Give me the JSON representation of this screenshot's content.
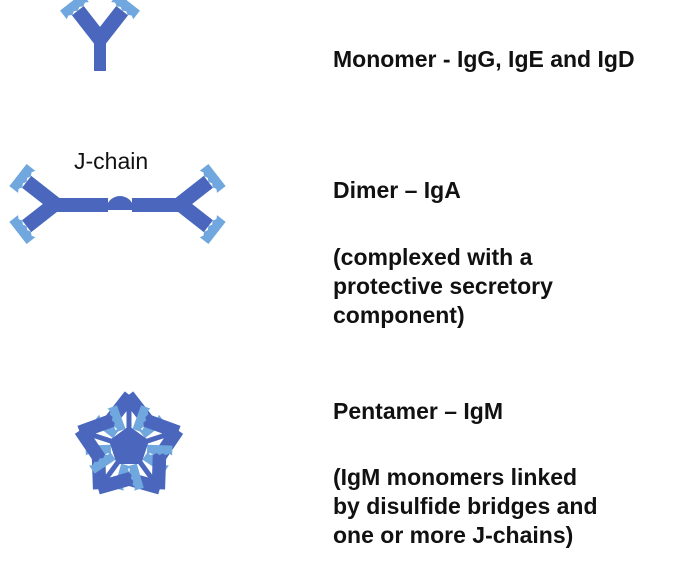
{
  "colors": {
    "heavy": "#4A67BD",
    "light": "#6FA7DE",
    "background": "#FFFFFF",
    "text": "#111111"
  },
  "labels": {
    "jchain": "J-chain",
    "monomer": "Monomer - IgG, IgE and IgD",
    "dimer": "Dimer – IgA",
    "dimer_note": "(complexed with a\nprotective secretory\ncomponent)",
    "pentamer": "Pentamer – IgM",
    "pentamer_note": "(IgM monomers linked\nby disulfide bridges and\none or more J-chains)"
  }
}
